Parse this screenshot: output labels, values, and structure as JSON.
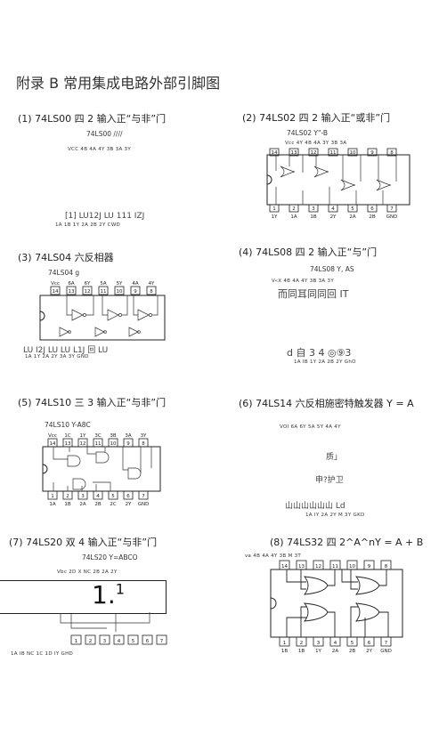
{
  "title": "附录 B 常用集成电路外部引脚图",
  "sections": {
    "s1": {
      "heading": "(1) 74LS00 四 2 输入正“与非”门",
      "part": "74LS00 ////",
      "top_pins": "VCC    4B    4A    4Y    3B    3A    3Y",
      "mid": "[1]   LU12J LU 111      IZJ",
      "bot_pins": "1A      1B    1Y    2A     2B  2Y    CWD"
    },
    "s2": {
      "heading": "(2) 74LS02 四 2 输入正“或非”门",
      "part": "74LS02 Y\"-B",
      "top_pins": "Vcc 4Y 4B 4A 3Y 3B 3A",
      "pin_top": [
        "14",
        "13",
        "12",
        "11",
        "10",
        "9",
        "8"
      ],
      "pin_bot": [
        "1",
        "2",
        "3",
        "4",
        "5",
        "6",
        "7"
      ],
      "bot_labels": [
        "1Y",
        "1A",
        "1B",
        "2Y",
        "2A",
        "2B",
        "GND"
      ]
    },
    "s3": {
      "heading": "(3) 74LS04 六反相器",
      "part": "74LS04 g",
      "top_labels": [
        "Vcc",
        "6A",
        "6Y",
        "5A",
        "5Y",
        "4A",
        "4Y"
      ],
      "pin_top": [
        "14",
        "13",
        "12",
        "11",
        "10",
        "9",
        "8"
      ],
      "mid": "LU I2J LU LU L1J 回 LU",
      "bot_pins": "1A 1Y 2A 2Y 3A 3Y GND"
    },
    "s4": {
      "heading": "(4) 74LS08 四 2 输入正“与”门",
      "part": "74LS08 Y, AS",
      "top_pins": "V«X 4B 4A 4Y 3B 3A 3Y",
      "garbled1": "而同耳同同回 IT",
      "garbled2": "d 自 3 4 ◎⑨3",
      "bot_pins": "1A IB 1Y 2A 2B 2Y GhO"
    },
    "s5": {
      "heading": "(5) 74LS10 三 3 输入正“与非”门",
      "part": "74LS10 Y-A8C",
      "top_labels": [
        "Vcc",
        "1C",
        "1Y",
        "3C",
        "3B",
        "3A",
        "3Y"
      ],
      "pin_top": [
        "14",
        "13",
        "12",
        "11",
        "10",
        "9",
        "8"
      ],
      "pin_bot": [
        "1",
        "2",
        "3",
        "4",
        "5",
        "6",
        "7"
      ],
      "bot_labels": [
        "1A",
        "1B",
        "2A",
        "2B",
        "2C",
        "2Y",
        "GND"
      ]
    },
    "s6": {
      "heading": "(6) 74LS14 六反相施密特触发器 Y = A",
      "top_pins": "VOI    6A 6Y 5A 5Y 4A 4Y",
      "garbled1": "质」",
      "garbled2": "申?护卫",
      "garbled3": "山山山山山山 Ld",
      "bot_pins": "1A IY 2A 2Y M 3Y GKD"
    },
    "s7": {
      "heading": "(7) 74LS20 双 4 输入正“与非”门",
      "part": "74LS20 Y=ABCO",
      "top_pins": "Vbc 2D X NC 2B 2A 2Y",
      "big": "1.",
      "sup": "1",
      "pin_bot": [
        "1",
        "2",
        "3",
        "4",
        "5",
        "6",
        "7"
      ],
      "bot_pins": "1A IB NC 1C 1D IY GHD"
    },
    "s8": {
      "heading": "(8) 74LS32 四  2^A^nY = A + B",
      "top_pins": "va 4B 4A 4Y 3B M 3T",
      "pin_top": [
        "14",
        "13",
        "12",
        "11",
        "10",
        "9",
        "8"
      ],
      "pin_bot": [
        "1",
        "2",
        "3",
        "4",
        "5",
        "6",
        "7"
      ],
      "bot_labels": [
        "1B",
        "1B",
        "1Y",
        "2A",
        "2B",
        "2Y",
        "GND"
      ]
    }
  }
}
